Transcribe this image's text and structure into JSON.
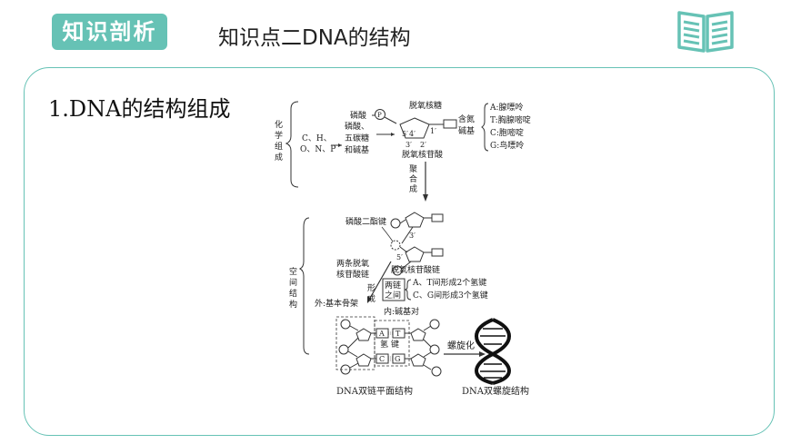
{
  "header": {
    "badge": "知识剖析",
    "title": "知识点二DNA的结构"
  },
  "main": {
    "heading": "1.DNA的结构组成"
  },
  "diagram": {
    "chem_label": [
      "化",
      "学",
      "组",
      "成"
    ],
    "elements_line1": "C、H、",
    "elements_line2": "O、N、P",
    "components": [
      "磷酸、",
      "五碳糖",
      "和碱基"
    ],
    "phosphate_label": "磷酸",
    "phosphate_symbol": "P",
    "sugar_label": "脱氧核糖",
    "base_label": [
      "含氮",
      "碱基"
    ],
    "carbon_5": "5′",
    "carbon_4": "4′",
    "carbon_1": "1′",
    "carbon_3": "3′",
    "carbon_2": "2′",
    "nucleotide_label": "脱氧核苷酸",
    "bases": [
      "A:腺嘌呤",
      "T:胸腺嘧啶",
      "C:胞嘧啶",
      "G:鸟嘌呤"
    ],
    "polymerize": [
      "聚",
      "合",
      "成"
    ],
    "spatial_label": [
      "空",
      "间",
      "结",
      "构"
    ],
    "phosphodiester_label": "磷酸二酯键",
    "strand_3": "3′",
    "strand_5": "5′",
    "two_strands": [
      "两条脱氧",
      "核苷酸链"
    ],
    "nucleotide_chain_label": "脱氧核苷酸链",
    "form": [
      "形",
      "成"
    ],
    "between_chains": [
      "两链",
      "之间"
    ],
    "at_bonds": "A、T间形成2个氢键",
    "cg_bonds": "C、G间形成3个氢键",
    "outer_backbone": "外:基本骨架",
    "inner_pairs": "内:碱基对",
    "pair_1": [
      "A",
      "T"
    ],
    "pair_2": [
      "C",
      "G"
    ],
    "hydrogen_bond": [
      "氢",
      "键"
    ],
    "helix_label": "螺旋化",
    "plane_caption": "DNA双链平面结构",
    "helix_caption": "DNA双螺旋结构"
  }
}
